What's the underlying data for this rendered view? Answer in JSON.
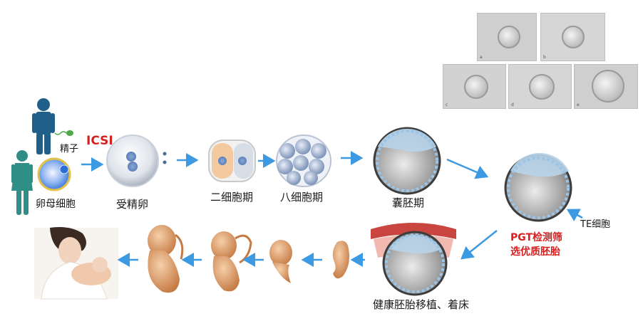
{
  "labels": {
    "sperm": "精子",
    "icsi": "ICSI",
    "oocyte": "卵母细胞",
    "fertilized": "受精卵",
    "two_cell": "二细胞期",
    "eight_cell": "八细胞期",
    "blastocyst": "囊胚期",
    "te_cell": "TE细胞",
    "pgt_line1": "PGT检测筛",
    "pgt_line2": "选优质胚胎",
    "transfer": "健康胚胎移植、着床"
  },
  "micro_photos": [
    "a",
    "b",
    "c",
    "d",
    "e"
  ],
  "colors": {
    "arrow": "#3b9ae1",
    "accent_red": "#d81e1e",
    "person": "#1f5f8a",
    "female": "#2f8f86",
    "fetus": "#e0a373",
    "membrane": "#c9453f"
  }
}
